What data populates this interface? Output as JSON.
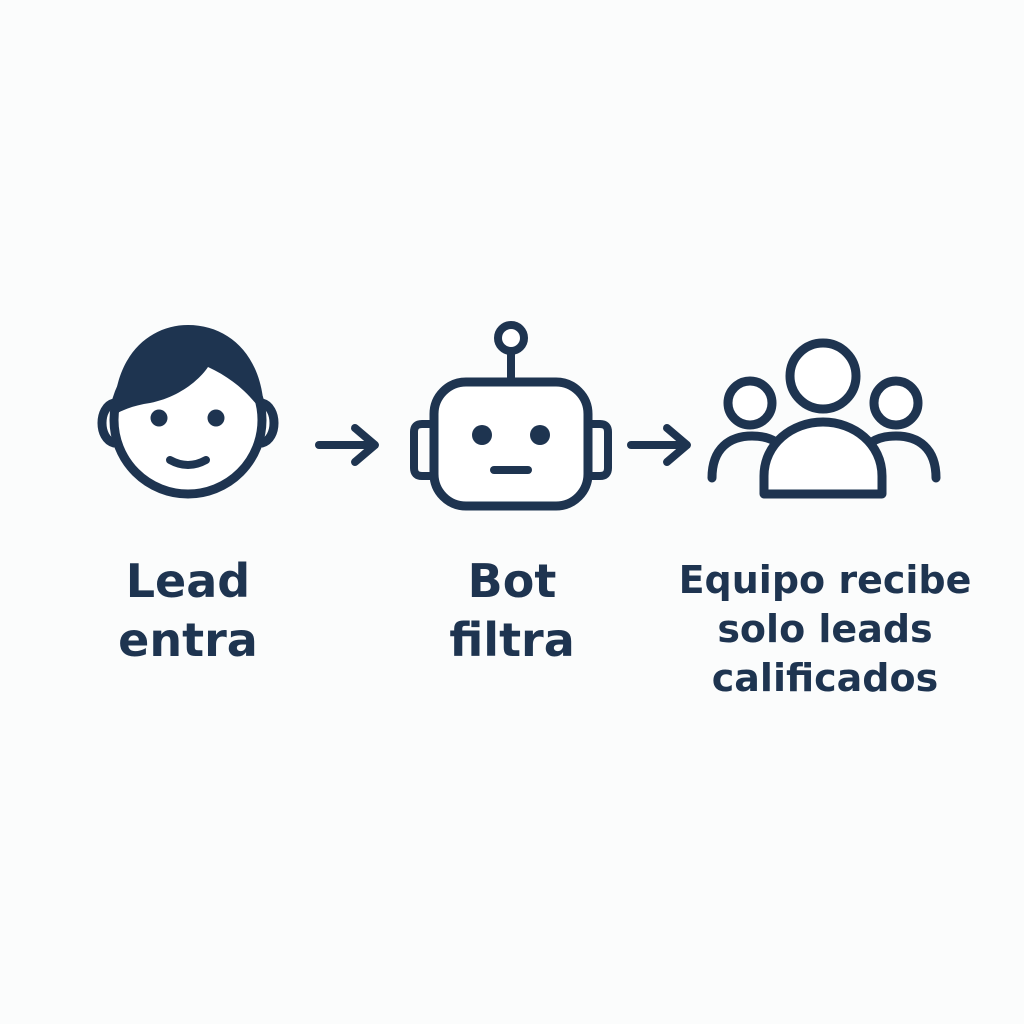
{
  "steps": [
    {
      "id": "lead",
      "icon": "person-face-icon",
      "label_lines": [
        "Lead",
        "entra"
      ]
    },
    {
      "id": "bot",
      "icon": "robot-icon",
      "label_lines": [
        "Bot",
        "filtra"
      ]
    },
    {
      "id": "team",
      "icon": "team-group-icon",
      "label_lines": [
        "Equipo recibe",
        "solo leads",
        "calificados"
      ]
    }
  ],
  "connectors": [
    {
      "from": "lead",
      "to": "bot",
      "icon": "arrow-right-icon"
    },
    {
      "from": "bot",
      "to": "team",
      "icon": "arrow-right-icon"
    }
  ],
  "colors": {
    "ink": "#1e3450",
    "background": "#fbfcfc",
    "fill": "#ffffff"
  }
}
